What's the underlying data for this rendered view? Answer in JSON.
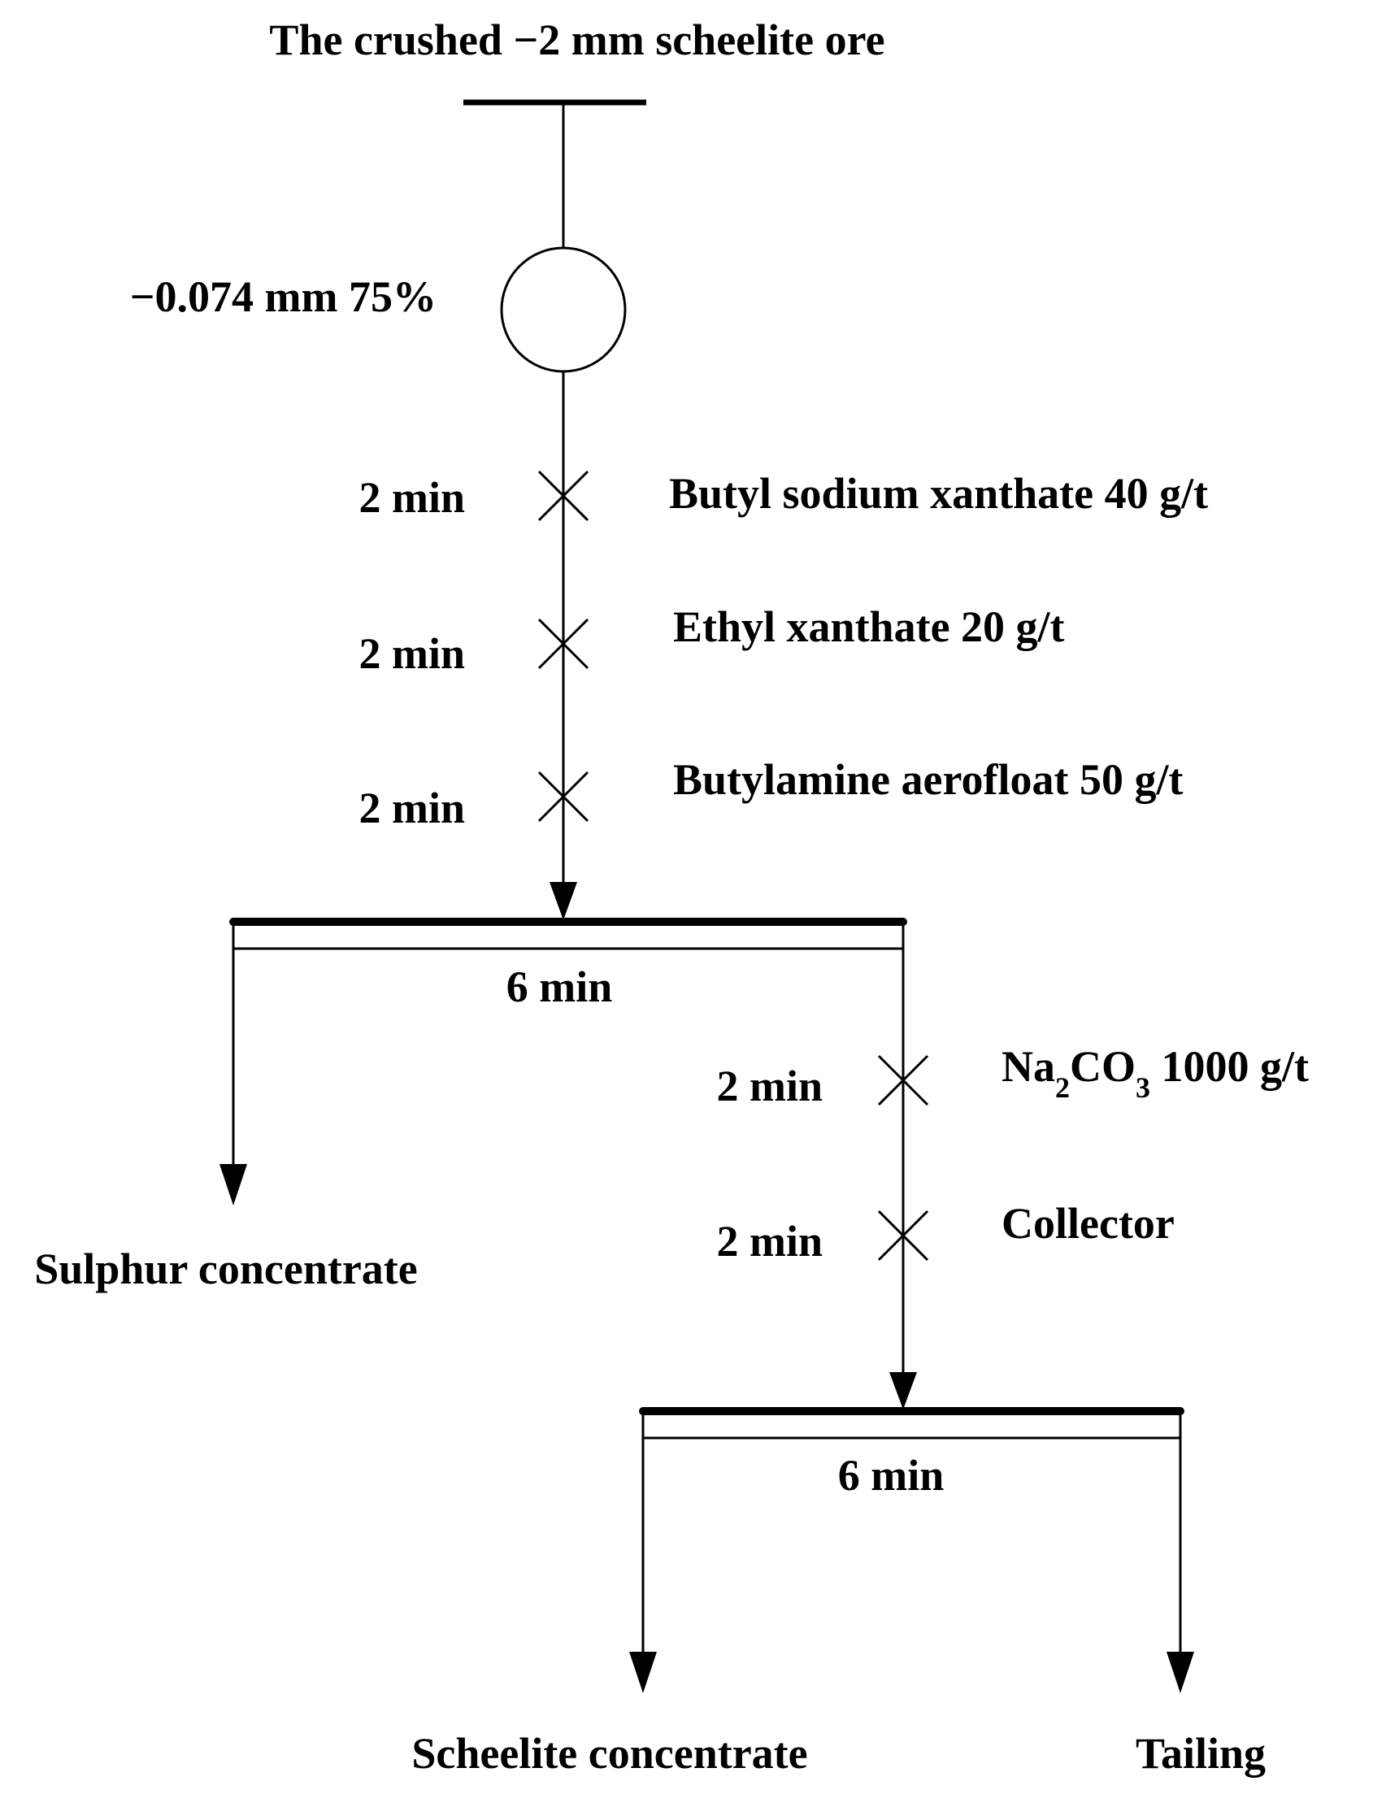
{
  "feed": {
    "label": "The crushed −2 mm scheelite ore"
  },
  "grinding": {
    "label": "−0.074 mm 75%"
  },
  "conditioning_1": [
    {
      "time": "2 min",
      "reagent": "Butyl sodium xanthate 40 g/t"
    },
    {
      "time": "2 min",
      "reagent": "Ethyl xanthate 20 g/t"
    },
    {
      "time": "2 min",
      "reagent": "Butylamine aerofloat 50 g/t"
    }
  ],
  "flotation_1": {
    "time": "6 min",
    "product": "Sulphur concentrate"
  },
  "conditioning_2": [
    {
      "time": "2 min",
      "reagent_main": "Na",
      "sub1": "2",
      "mid": "CO",
      "sub2": "3",
      "rest": " 1000 g/t"
    },
    {
      "time": "2 min",
      "reagent": "Collector"
    }
  ],
  "flotation_2": {
    "time": "6 min",
    "concentrate": "Scheelite concentrate",
    "tailing": "Tailing"
  }
}
